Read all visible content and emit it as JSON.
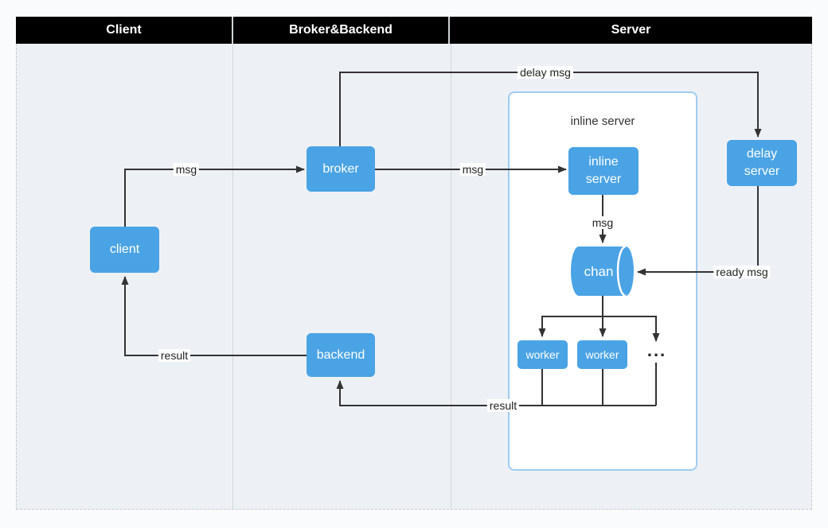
{
  "colors": {
    "node_blue": "#4AA3E5",
    "line": "#333333",
    "header_bg": "#000000",
    "header_text": "#FFFFFF",
    "lane_bg": "#EDF1F6",
    "container_border": "#9FCCF1",
    "page_bg": "#FAFBFC"
  },
  "header": {
    "lanes": [
      {
        "label": "Client"
      },
      {
        "label": "Broker&Backend"
      },
      {
        "label": "Server"
      }
    ]
  },
  "container": {
    "label": "inline server"
  },
  "nodes": {
    "client": "client",
    "broker": "broker",
    "backend": "backend",
    "inline_server": "inline server",
    "delay_server": "delay server",
    "chan": "chan",
    "worker1": "worker",
    "worker2": "worker",
    "ellipsis": "..."
  },
  "edge_labels": {
    "client_to_broker": "msg",
    "broker_to_delay": "delay msg",
    "broker_to_inline": "msg",
    "inline_to_chan": "msg",
    "delay_to_chan": "ready msg",
    "workers_to_backend": "result",
    "backend_to_client": "result"
  }
}
